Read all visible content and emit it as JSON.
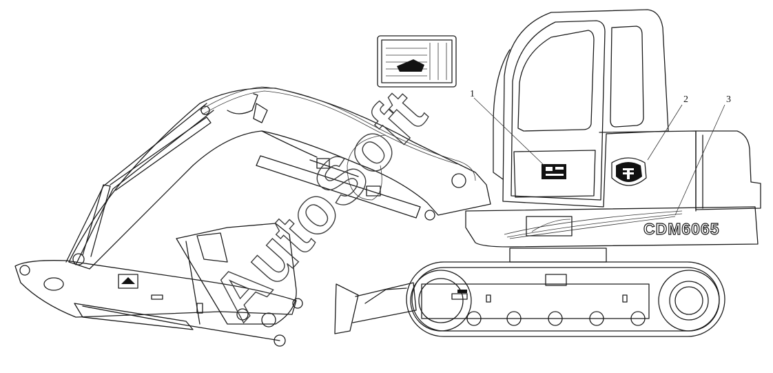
{
  "callouts": [
    {
      "number": "1"
    },
    {
      "number": "2"
    },
    {
      "number": "3"
    }
  ],
  "model_label": "CDM6065",
  "watermark": "AutoSoft"
}
